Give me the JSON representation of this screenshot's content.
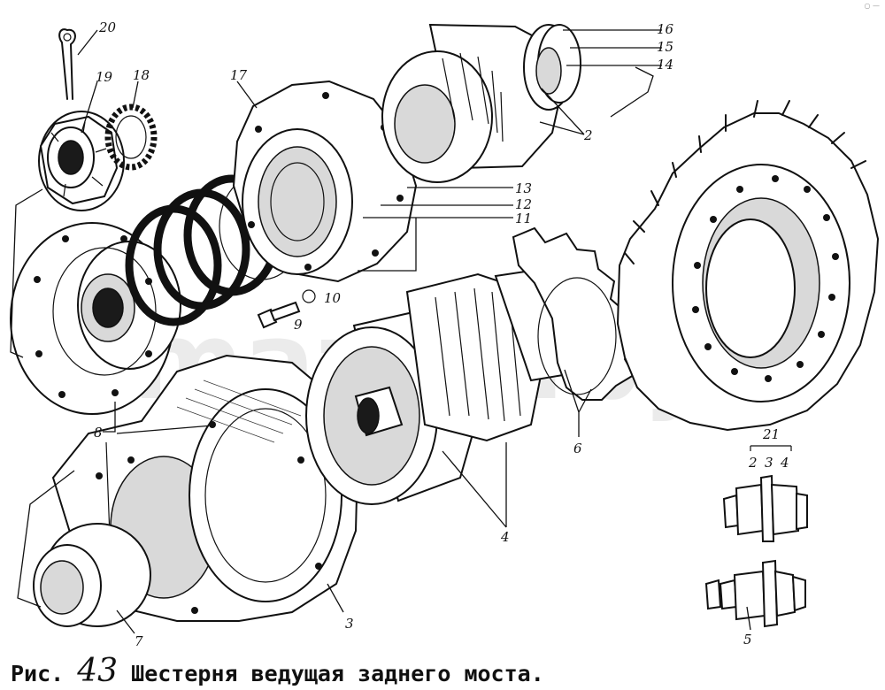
{
  "caption": {
    "prefix": "Рис.",
    "number": "43",
    "title": "Шестерня ведущая заднего моста."
  },
  "watermark": "mazlib.by",
  "corner_mark": "○ —",
  "callouts": [
    {
      "id": "c1",
      "text": "20"
    },
    {
      "id": "c2",
      "text": "19"
    },
    {
      "id": "c3",
      "text": "18"
    },
    {
      "id": "c4",
      "text": "17"
    },
    {
      "id": "c5",
      "text": "16"
    },
    {
      "id": "c6",
      "text": "15"
    },
    {
      "id": "c7",
      "text": "14"
    },
    {
      "id": "c8",
      "text": "2"
    },
    {
      "id": "c9",
      "text": "13"
    },
    {
      "id": "c10",
      "text": "12"
    },
    {
      "id": "c11",
      "text": "11"
    },
    {
      "id": "c12",
      "text": "10"
    },
    {
      "id": "c13",
      "text": "9"
    },
    {
      "id": "c14",
      "text": "8"
    },
    {
      "id": "c15",
      "text": "6"
    },
    {
      "id": "c16",
      "text": "21"
    },
    {
      "id": "c17",
      "text": "2"
    },
    {
      "id": "c18",
      "text": "3"
    },
    {
      "id": "c19",
      "text": "4"
    },
    {
      "id": "c20",
      "text": "4"
    },
    {
      "id": "c21",
      "text": "5"
    },
    {
      "id": "c22",
      "text": "3"
    },
    {
      "id": "c23",
      "text": "7"
    }
  ]
}
